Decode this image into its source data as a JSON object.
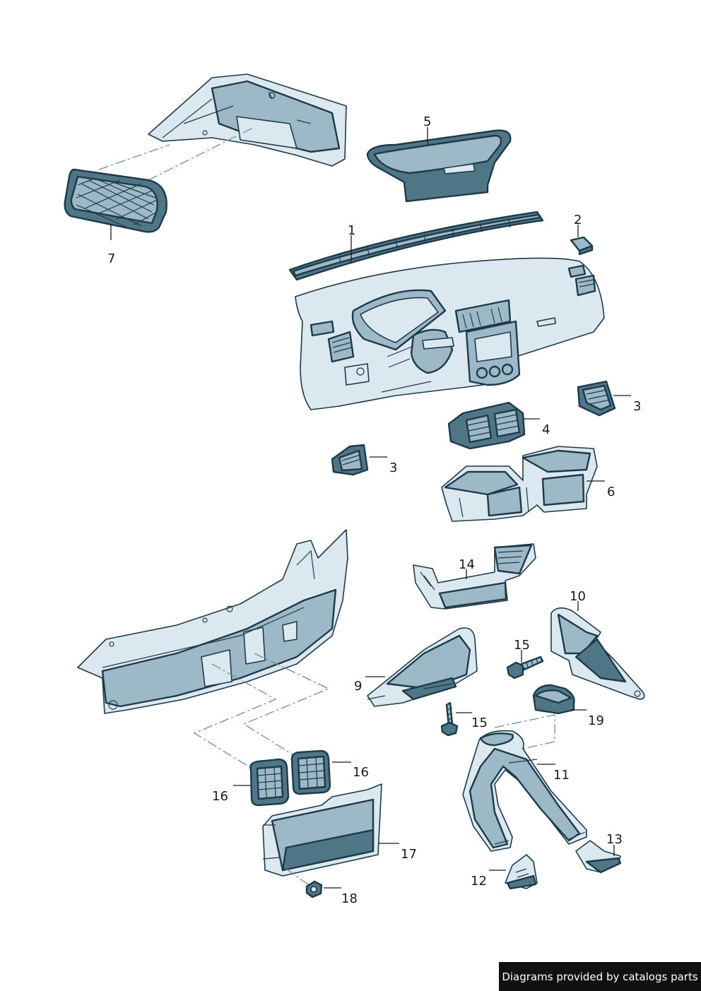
{
  "callouts": [
    "1",
    "2",
    "3",
    "3",
    "4",
    "5",
    "6",
    "7",
    "9",
    "10",
    "11",
    "12",
    "13",
    "14",
    "15",
    "15",
    "16",
    "16",
    "17",
    "18",
    "19"
  ],
  "footer": {
    "text": "Diagrams provided by catalogs parts"
  },
  "colors": {
    "part_fill": "#9db9c7",
    "part_dark": "#4f7687",
    "outline": "#1e3a4a",
    "footer_bg": "#111111"
  }
}
